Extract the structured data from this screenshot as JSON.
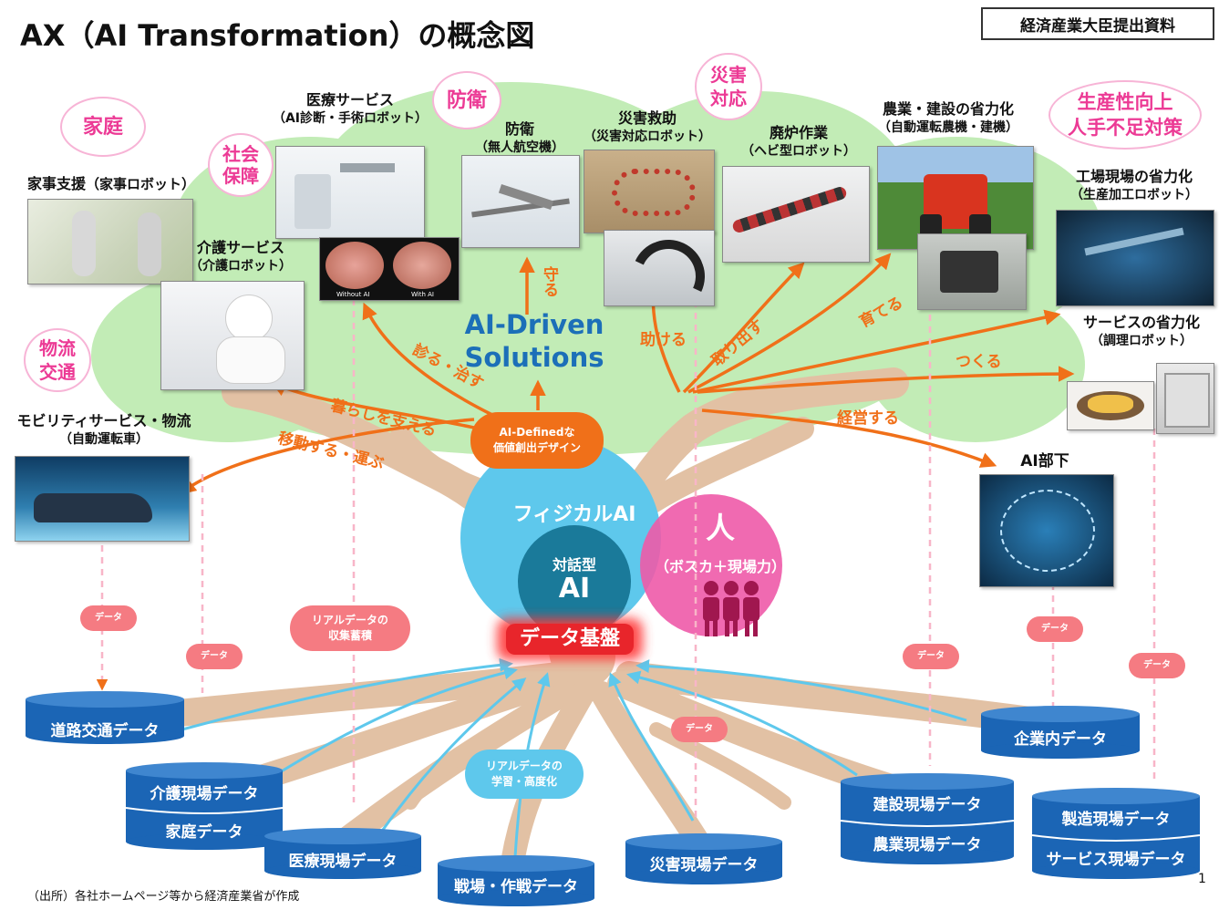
{
  "title": "AX（AI Transformation）の概念図",
  "stamp": "経済産業大臣提出資料",
  "source": "（出所）各社ホームページ等から経済産業省が作成",
  "page_number": "1",
  "colors": {
    "canopy": "#c2ecb6",
    "trunk": "#e2c1a4",
    "arrow": "#f07019",
    "db": "#1b65b5",
    "physical": "#5ec8ec",
    "person": "#ee5aa9",
    "dialog": "#1a7a9a",
    "cat_text": "#ec3a95"
  },
  "center": {
    "solutions": "AI-Driven\nSolutions",
    "design": "AI-Definedな\n価値創出デザイン",
    "physical_ai": "フィジカルAI",
    "dialog_ai_top": "対話型",
    "dialog_ai_bottom": "AI",
    "person": "人",
    "person_sub": "（ボスカ＋現場力）",
    "data_base": "データ基盤",
    "person_icon": "people-icon"
  },
  "categories": {
    "home": "家庭",
    "social": "社会\n保障",
    "defense": "防衛",
    "disaster": "災害\n対応",
    "productivity": "生産性向上\n人手不足対策",
    "logistics": "物流\n交通"
  },
  "labels": {
    "housework": {
      "title": "家事支援",
      "sub": "（家事ロボット）"
    },
    "medical": {
      "title": "医療サービス",
      "sub": "（AI診断・手術ロボット）"
    },
    "care": {
      "title": "介護サービス",
      "sub": "（介護ロボット）"
    },
    "defense": {
      "title": "防衛",
      "sub": "（無人航空機）"
    },
    "rescue": {
      "title": "災害救助",
      "sub": "（災害対応ロボット）"
    },
    "decom": {
      "title": "廃炉作業",
      "sub": "（ヘビ型ロボット）"
    },
    "agri": {
      "title": "農業・建設の省力化",
      "sub": "（自動運転農機・建機）"
    },
    "factory": {
      "title": "工場現場の省力化",
      "sub": "（生産加工ロボット）"
    },
    "service": {
      "title": "サービスの省力化",
      "sub": "（調理ロボット）"
    },
    "mobility": {
      "title": "モビリティサービス・物流",
      "sub": "（自動運転車）"
    },
    "ai_sub": {
      "title": "AI部下"
    }
  },
  "photo_captions": {
    "without_ai": "Without AI",
    "with_ai": "With AI"
  },
  "verbs": {
    "protect": "守る",
    "diagnose": "診る・治す",
    "support": "暮らしを支える",
    "move": "移動する・運ぶ",
    "help": "助ける",
    "extract": "取り出す",
    "grow": "育てる",
    "make": "つくる",
    "manage": "経営する"
  },
  "clouds": {
    "data": "データ",
    "collect": "リアルデータの\n収集蓄積",
    "learn": "リアルデータの\n学習・高度化"
  },
  "databases": {
    "road": "道路交通データ",
    "care": "介護現場データ",
    "home": "家庭データ",
    "medical": "医療現場データ",
    "battle": "戦場・作戦データ",
    "disaster": "災害現場データ",
    "construction": "建設現場データ",
    "agriculture": "農業現場データ",
    "enterprise": "企業内データ",
    "manufacturing": "製造現場データ",
    "service": "サービス現場データ"
  }
}
